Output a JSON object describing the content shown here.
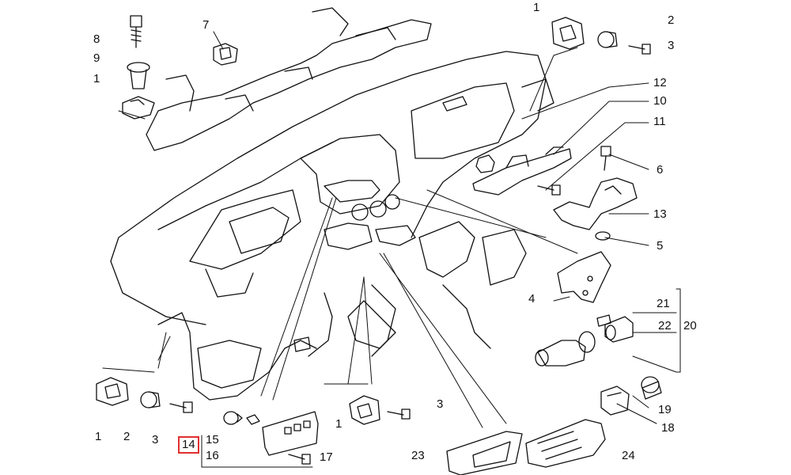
{
  "diagram": {
    "highlight_color": "#e03030",
    "labels": {
      "top_left": [
        "8",
        "9",
        "1"
      ],
      "top_clip": "7",
      "top_right": [
        "1",
        "2",
        "3"
      ],
      "bracket_group": [
        "12",
        "10",
        "11",
        "6",
        "13",
        "5",
        "4"
      ],
      "lighter_group": [
        "21",
        "22",
        "20"
      ],
      "lamp_group": [
        "19",
        "18"
      ],
      "bottom_left": [
        "1",
        "2",
        "3",
        "14",
        "15",
        "16",
        "17"
      ],
      "bottom_mid": [
        "1",
        "3"
      ],
      "vents": [
        "23",
        "24"
      ]
    }
  }
}
